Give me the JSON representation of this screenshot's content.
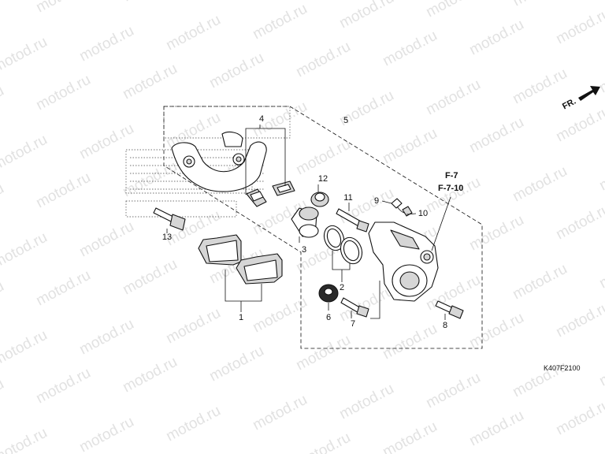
{
  "watermark": {
    "text": "motod.ru"
  },
  "direction_arrow": {
    "label": "FR.",
    "icon": "arrow-right"
  },
  "references": {
    "ref_1": "F-7",
    "ref_2": "F-7-10"
  },
  "image_code": "K407F2100",
  "callouts": [
    {
      "id": "1",
      "part": "pad-set"
    },
    {
      "id": "2",
      "part": "piston-seal-set"
    },
    {
      "id": "3",
      "part": "piston"
    },
    {
      "id": "4",
      "part": "pad-spring"
    },
    {
      "id": "5",
      "part": "caliper-assembly"
    },
    {
      "id": "6",
      "part": "bleeder-cap"
    },
    {
      "id": "7",
      "part": "caliper-pin"
    },
    {
      "id": "8",
      "part": "caliper-bolt"
    },
    {
      "id": "9",
      "part": "bleeder-valve-cap"
    },
    {
      "id": "10",
      "part": "bleeder-valve"
    },
    {
      "id": "11",
      "part": "pin-bolt"
    },
    {
      "id": "12",
      "part": "pin-boot"
    },
    {
      "id": "13",
      "part": "bracket-bolt"
    }
  ],
  "colors": {
    "line": "#111111",
    "watermark": "#e2e2e2",
    "background": "#ffffff"
  }
}
